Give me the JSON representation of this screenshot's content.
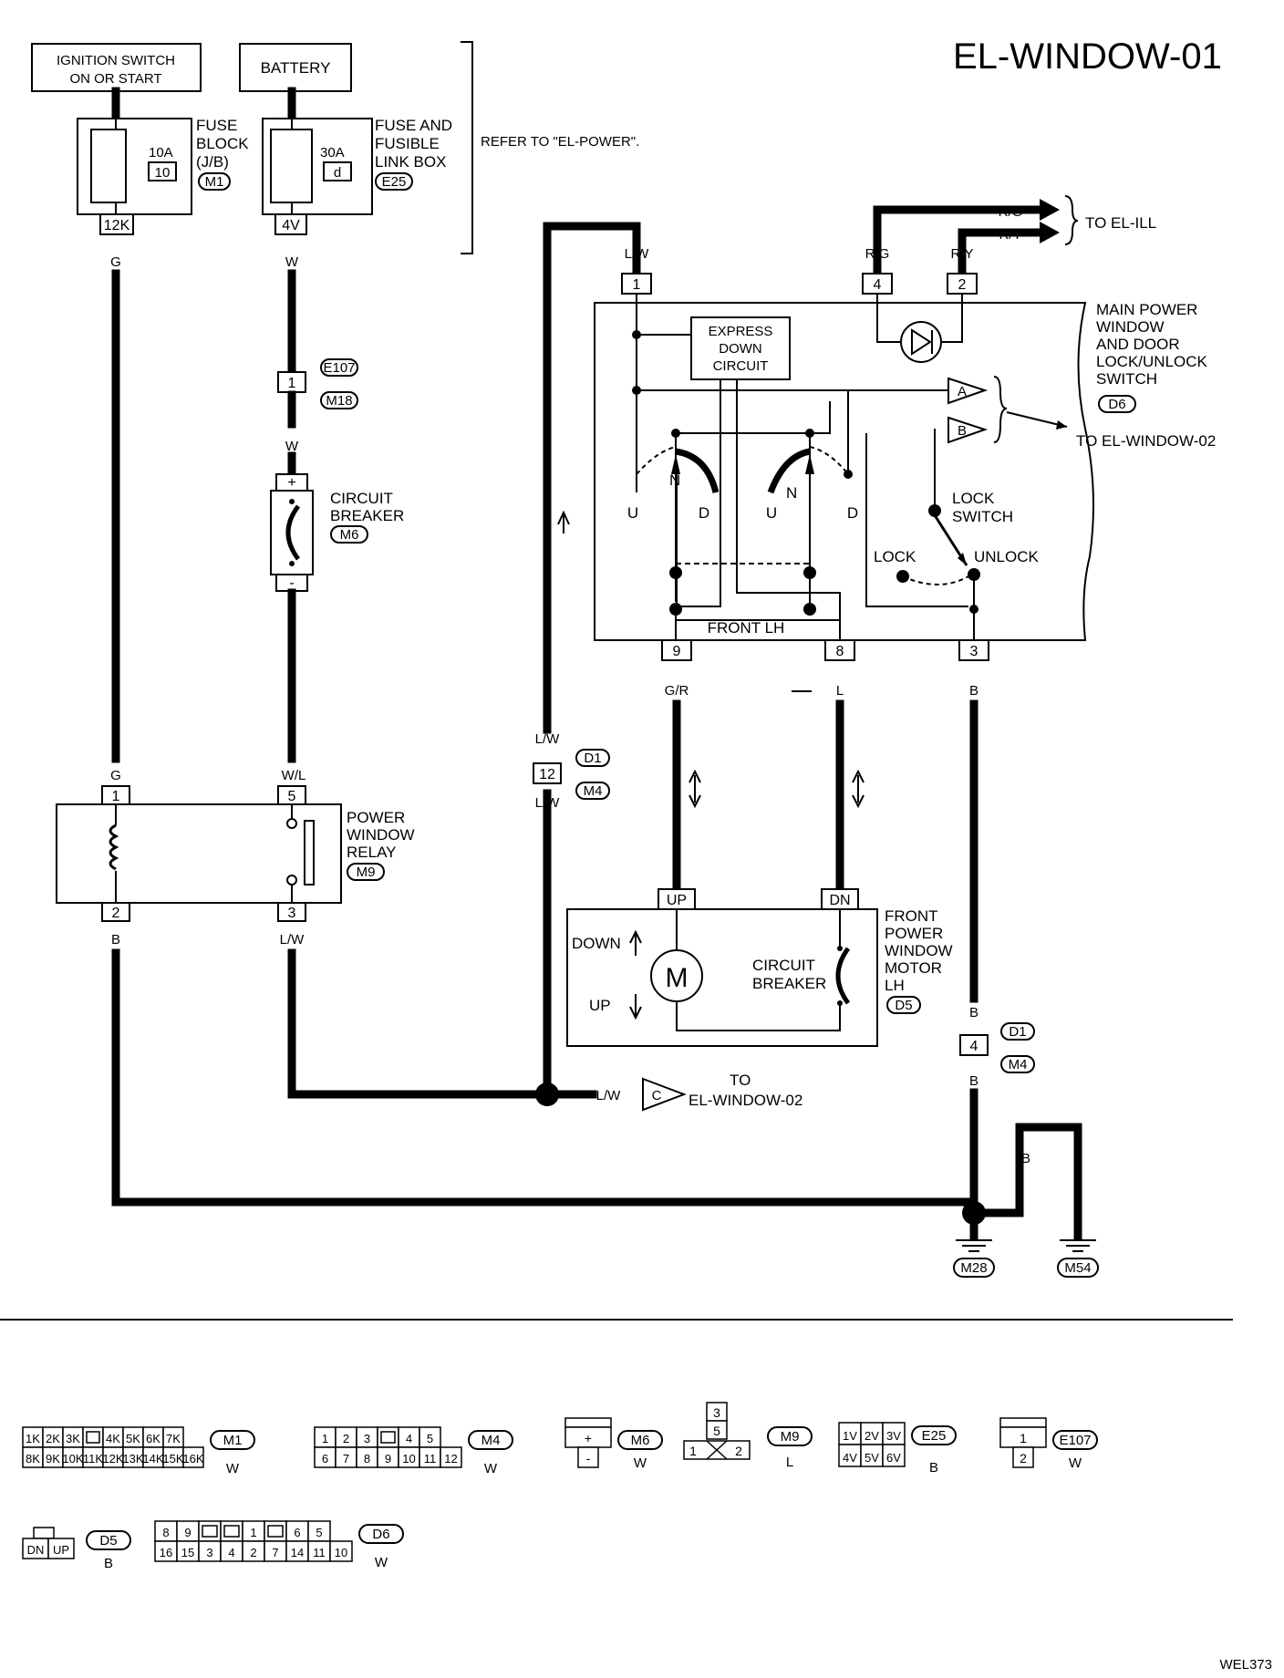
{
  "title": "EL-WINDOW-01",
  "ref_code": "WEL373",
  "sources": {
    "ignition_line1": "IGNITION SWITCH",
    "ignition_line2": "ON OR START",
    "battery": "BATTERY",
    "refer": "REFER TO \"EL-POWER\"."
  },
  "fuse_block": {
    "line1": "FUSE",
    "line2": "BLOCK",
    "line3": "(J/B)",
    "conn": "M1",
    "rating": "10A",
    "num": "10",
    "pin": "12K"
  },
  "fuse_link": {
    "line1": "FUSE AND",
    "line2": "FUSIBLE",
    "line3": "LINK BOX",
    "conn": "E25",
    "rating": "30A",
    "num": "d",
    "pin": "4V"
  },
  "wires": {
    "g": "G",
    "w": "W",
    "wl": "W/L",
    "lw": "L/W",
    "b": "B",
    "rg": "R/G",
    "ry": "R/Y",
    "gr": "G/R",
    "l": "L"
  },
  "joint_e107": {
    "pin": "1",
    "conn_top": "E107",
    "conn_bottom": "M18"
  },
  "circuit_breaker_m6": {
    "line1": "CIRCUIT",
    "line2": "BREAKER",
    "conn": "M6",
    "plus": "+",
    "minus": "-"
  },
  "relay": {
    "line1": "POWER",
    "line2": "WINDOW",
    "line3": "RELAY",
    "conn": "M9",
    "pins": [
      "1",
      "5",
      "2",
      "3"
    ]
  },
  "joint_d1_12": {
    "pin": "12",
    "conn_top": "D1",
    "conn_bottom": "M4"
  },
  "joint_d1_4": {
    "pin": "4",
    "conn_top": "D1",
    "conn_bottom": "M4"
  },
  "to_ill": {
    "label": "TO EL-ILL",
    "rg": "R/G",
    "ry": "R/Y"
  },
  "main_switch": {
    "line1": "MAIN POWER",
    "line2": "WINDOW",
    "line3": "AND DOOR",
    "line4": "LOCK/UNLOCK",
    "line5": "SWITCH",
    "conn": "D6",
    "express1": "EXPRESS",
    "express2": "DOWN",
    "express3": "CIRCUIT",
    "front_lh": "FRONT LH",
    "n": "N",
    "u": "U",
    "d": "D",
    "lock_switch1": "LOCK",
    "lock_switch2": "SWITCH",
    "lock": "LOCK",
    "unlock": "UNLOCK",
    "a": "A",
    "b": "B",
    "pins": [
      "1",
      "4",
      "2",
      "9",
      "8",
      "3"
    ],
    "to_window02": "TO  EL-WINDOW-02"
  },
  "motor": {
    "line1": "FRONT",
    "line2": "POWER",
    "line3": "WINDOW",
    "line4": "MOTOR",
    "line5": "LH",
    "conn": "D5",
    "up_pin": "UP",
    "dn_pin": "DN",
    "down": "DOWN",
    "up": "UP",
    "m": "M",
    "cb1": "CIRCUIT",
    "cb2": "BREAKER"
  },
  "to_window02_c": {
    "letter": "C",
    "to": "TO",
    "dest": "EL-WINDOW-02",
    "wire": "L/W"
  },
  "grounds": [
    "M28",
    "M54"
  ],
  "connectors": {
    "m1": {
      "id": "M1",
      "color": "W",
      "row1": [
        "1K",
        "2K",
        "3K",
        "",
        "4K",
        "5K",
        "6K",
        "7K"
      ],
      "row2": [
        "8K",
        "9K",
        "10K",
        "11K",
        "12K",
        "13K",
        "14K",
        "15K",
        "16K"
      ]
    },
    "m4": {
      "id": "M4",
      "color": "W",
      "row1": [
        "1",
        "2",
        "3",
        "",
        "4",
        "5"
      ],
      "row2": [
        "6",
        "7",
        "8",
        "9",
        "10",
        "11",
        "12"
      ]
    },
    "m6": {
      "id": "M6",
      "color": "W",
      "row1": [
        "+"
      ],
      "row2": [
        "-"
      ]
    },
    "m9": {
      "id": "M9",
      "color": "L",
      "top": "3",
      "mid": "5",
      "left": "1",
      "right": "2"
    },
    "e25": {
      "id": "E25",
      "color": "B",
      "row1": [
        "1V",
        "2V",
        "3V"
      ],
      "row2": [
        "4V",
        "5V",
        "6V"
      ]
    },
    "e107": {
      "id": "E107",
      "color": "W",
      "row1": [
        "1"
      ],
      "row2": [
        "2"
      ]
    },
    "d5": {
      "id": "D5",
      "color": "B",
      "row1": [
        "DN",
        "UP"
      ]
    },
    "d6": {
      "id": "D6",
      "color": "W",
      "row1": [
        "8",
        "9",
        "",
        "",
        "1",
        "",
        "6",
        "5"
      ],
      "row2": [
        "16",
        "15",
        "3",
        "4",
        "2",
        "7",
        "14",
        "11",
        "10"
      ]
    }
  }
}
